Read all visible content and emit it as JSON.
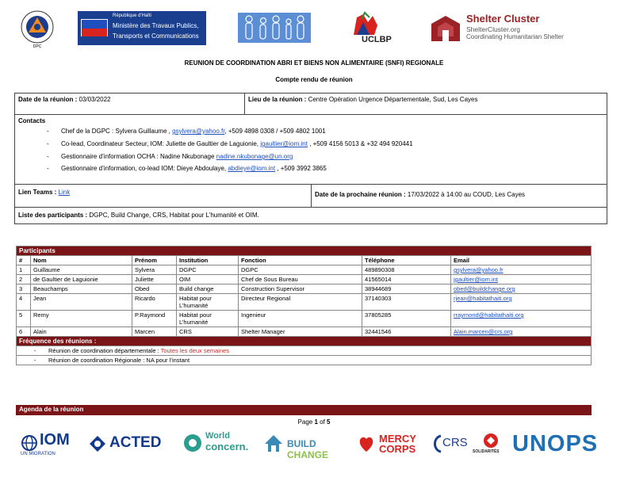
{
  "header": {
    "title": "REUNION DE COORDINATION ABRI ET BIENS NON ALIMENTAIRE (SNFI) REGIONALE",
    "subtitle": "Compte rendu de réunion",
    "mtptc_line1": "République d'Haïti",
    "mtptc_line2": "Ministère des Travaux Publics,",
    "mtptc_line3": "Transports et Communications",
    "uclbp": "UCLBP",
    "shelter_name": "Shelter Cluster",
    "shelter_url": "ShelterCluster.org",
    "shelter_tag": "Coordinating Humanitarian Shelter",
    "dpc_text": "DPC"
  },
  "meeting": {
    "date_label": "Date de la réunion :",
    "date_value": "03/03/2022",
    "place_label": "Lieu de la réunion :",
    "place_value": "Centre Opération Urgence Départementale, Sud, Les Cayes",
    "contacts_label": "Contacts",
    "contacts": [
      {
        "pre": "Chef de la DGPC : Sylvera Guillaume , ",
        "email": "gsylvera@yahoo.fr",
        "post": ", +509 4898 0308 / +509 4802 1001"
      },
      {
        "pre": "Co-lead, Coordinateur Secteur, IOM: Juliette de Gaultier de Laguionie, ",
        "email": "jgaultier@iom.int",
        "post": " ,  +509 4156 5013 & +32 494 920441"
      },
      {
        "pre": "Gestionnaire d’information OCHA : Nadine Nkubonage ",
        "email": "nadine.nkubonage@un.org",
        "post": ""
      },
      {
        "pre": "Gestionnaire d’information, co-lead IOM: Dieye Abdoulaye, ",
        "email": "abdieye@iom.int",
        "post": " , +509 3992 3865"
      }
    ],
    "teams_label": "Lien Teams :",
    "teams_link": "Link",
    "next_label": "Date de la prochaine réunion :",
    "next_value": "17/03/2022 à 14:00 au COUD, Les Cayes",
    "participants_label": "Liste des participants :",
    "participants_value": "DGPC, Build Change, CRS, Habitat pour L’humanité et OIM."
  },
  "participants_table": {
    "title": "Participants",
    "headers": [
      "#",
      "Nom",
      "Prénom",
      "Institution",
      "Fonction",
      "Téléphone",
      "Email"
    ],
    "rows": [
      [
        "1",
        "Guillaume",
        "Sylvera",
        "DGPC",
        "DGPC",
        "489890308",
        "gsylvera@yahoo.fr"
      ],
      [
        "2",
        "de Gaultier de Laguionie",
        "Juliette",
        "OIM",
        "Chef de Sous Bureau",
        "41565014",
        "jgaultier@iom.int"
      ],
      [
        "3",
        "Beauchamps",
        "Obed",
        "Build change",
        "Construction Supervisor",
        "38944689",
        "obed@buildchange.org"
      ],
      [
        "4",
        "Jean",
        "Ricardo",
        "Habitat pour L’humanité",
        "Directeur Regional",
        "37140303",
        "rjean@habitathaiti.org"
      ],
      [
        "5",
        "Remy",
        "P.Raymond",
        "Habitat pour L’humanité",
        "Ingenieur",
        "37805285",
        "rraymond@habitathaiti.org"
      ],
      [
        "6",
        "Alain",
        "Marcen",
        "CRS",
        "Shelter Manager",
        "32441546",
        "Alain.marcen@crs.org"
      ]
    ]
  },
  "frequency": {
    "title": "Fréquence des réunions :",
    "item1_label": "Réunion de coordination départementale : ",
    "item1_value": "Toutes les deux semaines",
    "item2_label": "Réunion de coordination Régionale :  ",
    "item2_value": "NA pour l’instant"
  },
  "agenda": {
    "title": "Agenda de la réunion"
  },
  "page": {
    "prefix": "Page ",
    "current": "1",
    "of": " of ",
    "total": "5"
  },
  "footer_logos": {
    "iom": "IOM",
    "iom_sub": "UN MIGRATION",
    "acted": "ACTED",
    "wc1": "World",
    "wc2": "concern.",
    "bc1": "BUILD",
    "bc2": "CHANGE",
    "mc1": "MERCY",
    "mc2": "CORPS",
    "crs": "CRS",
    "sol": "SOLIDARITÉS",
    "unops": "UNOPS"
  },
  "colors": {
    "bar": "#7b1416",
    "link": "#1f4fbf",
    "red": "#d8231f"
  }
}
